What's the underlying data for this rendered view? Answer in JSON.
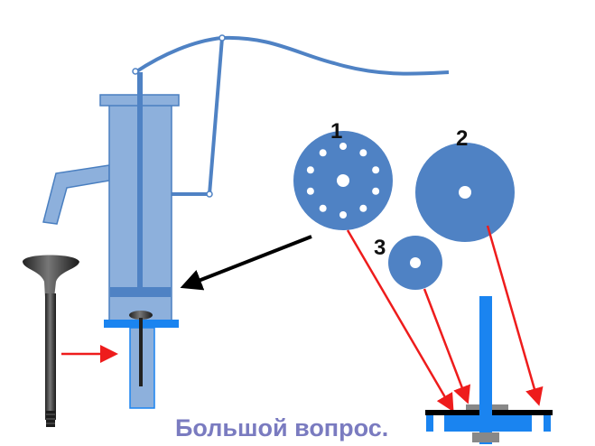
{
  "labels": {
    "disc1": "1",
    "disc2": "2",
    "disc3": "3"
  },
  "caption": "Большой вопрос.",
  "colors": {
    "pump_fill": "#8db0dc",
    "pump_stroke": "#4a7fc0",
    "disc": "#4f82c4",
    "bright_blue": "#1a84f0",
    "arrow_red": "#ee1c1c",
    "arrow_black": "#000000",
    "caption": "#7a7bc0"
  }
}
